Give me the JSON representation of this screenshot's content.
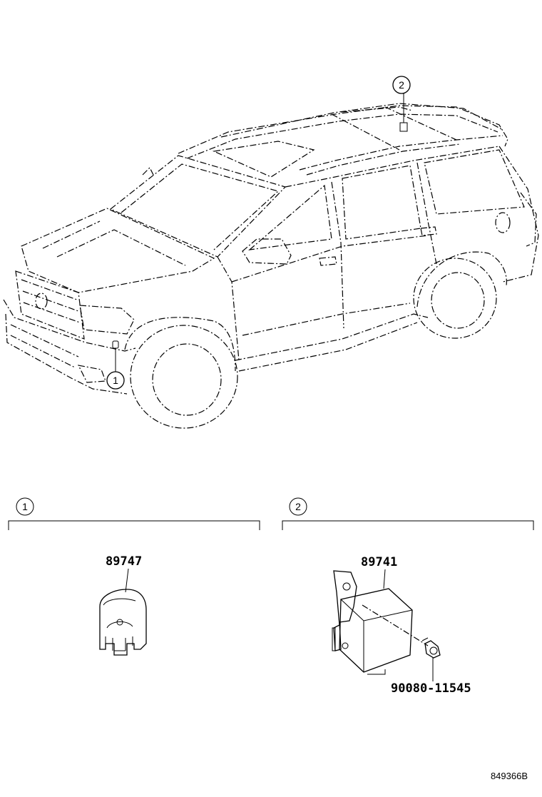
{
  "callouts": {
    "vehicle_1": "1",
    "vehicle_2": "2",
    "section_1": "1",
    "section_2": "2"
  },
  "parts": {
    "sensor": "89747",
    "module": "89741",
    "bolt": "90080-11545"
  },
  "diagram_id": "849366B"
}
